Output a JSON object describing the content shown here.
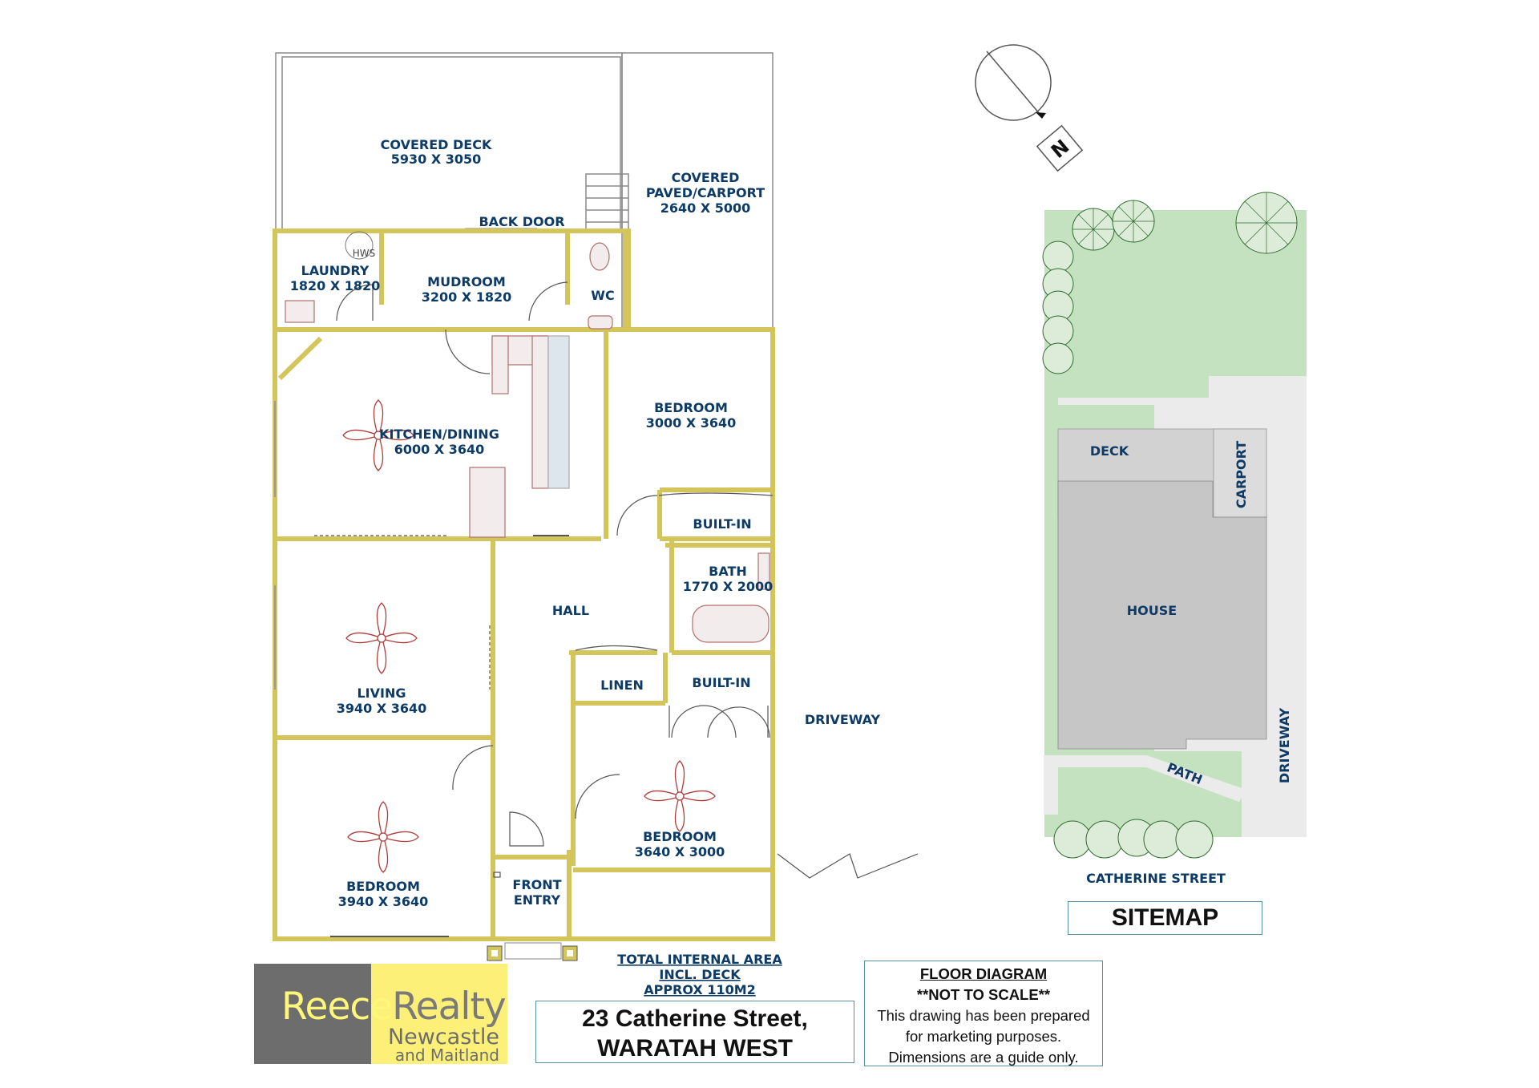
{
  "rooms": {
    "covered_deck": {
      "name": "COVERED DECK",
      "dims": "5930 X 3050"
    },
    "carport": {
      "line1": "COVERED",
      "line2": "PAVED/CARPORT",
      "dims": "2640 X 5000"
    },
    "back_door": "BACK DOOR",
    "hws": "HWS",
    "laundry": {
      "name": "LAUNDRY",
      "dims": "1820 X 1820"
    },
    "mudroom": {
      "name": "MUDROOM",
      "dims": "3200 X 1820"
    },
    "wc": "WC",
    "kitchen": {
      "name": "KITCHEN/DINING",
      "dims": "6000 X 3640"
    },
    "bedroom_rear": {
      "name": "BEDROOM",
      "dims": "3000 X 3640"
    },
    "builtin_1": "BUILT-IN",
    "bath": {
      "name": "BATH",
      "dims": "1770 X 2000"
    },
    "hall": "HALL",
    "living": {
      "name": "LIVING",
      "dims": "3940 X 3640"
    },
    "linen": "LINEN",
    "builtin_2": "BUILT-IN",
    "driveway": "DRIVEWAY",
    "bedroom_mid": {
      "name": "BEDROOM",
      "dims": "3640 X 3000"
    },
    "bedroom_front": {
      "name": "BEDROOM",
      "dims": "3940 X 3640"
    },
    "front_entry": {
      "line1": "FRONT",
      "line2": "ENTRY"
    }
  },
  "area_note": {
    "line1": "TOTAL INTERNAL AREA",
    "line2": "INCL. DECK",
    "line3": "APPROX 110M2"
  },
  "sitemap": {
    "compass": "N",
    "deck": "DECK",
    "carport": "CARPORT",
    "house": "HOUSE",
    "driveway": "DRIVEWAY",
    "path": "PATH",
    "street": "CATHERINE STREET",
    "title": "SITEMAP"
  },
  "address": {
    "line1": "23 Catherine Street,",
    "line2": "WARATAH WEST"
  },
  "disclaimer": {
    "title": "FLOOR  DIAGRAM",
    "scale": "**NOT  TO  SCALE**",
    "l1": "This drawing has been prepared",
    "l2": "for marketing purposes.",
    "l3": "Dimensions are a guide only."
  },
  "logo": {
    "name_a": "Reece",
    "name_b": "Realty",
    "sub1": "Newcastle",
    "sub2": "and Maitland"
  },
  "colors": {
    "wall": "#d4c55a",
    "label": "#0d3b66",
    "grass": "#c4e2c0",
    "house": "#c6c6c6",
    "logo_grey": "#6d6d6d",
    "logo_yellow": "#fdf078"
  }
}
